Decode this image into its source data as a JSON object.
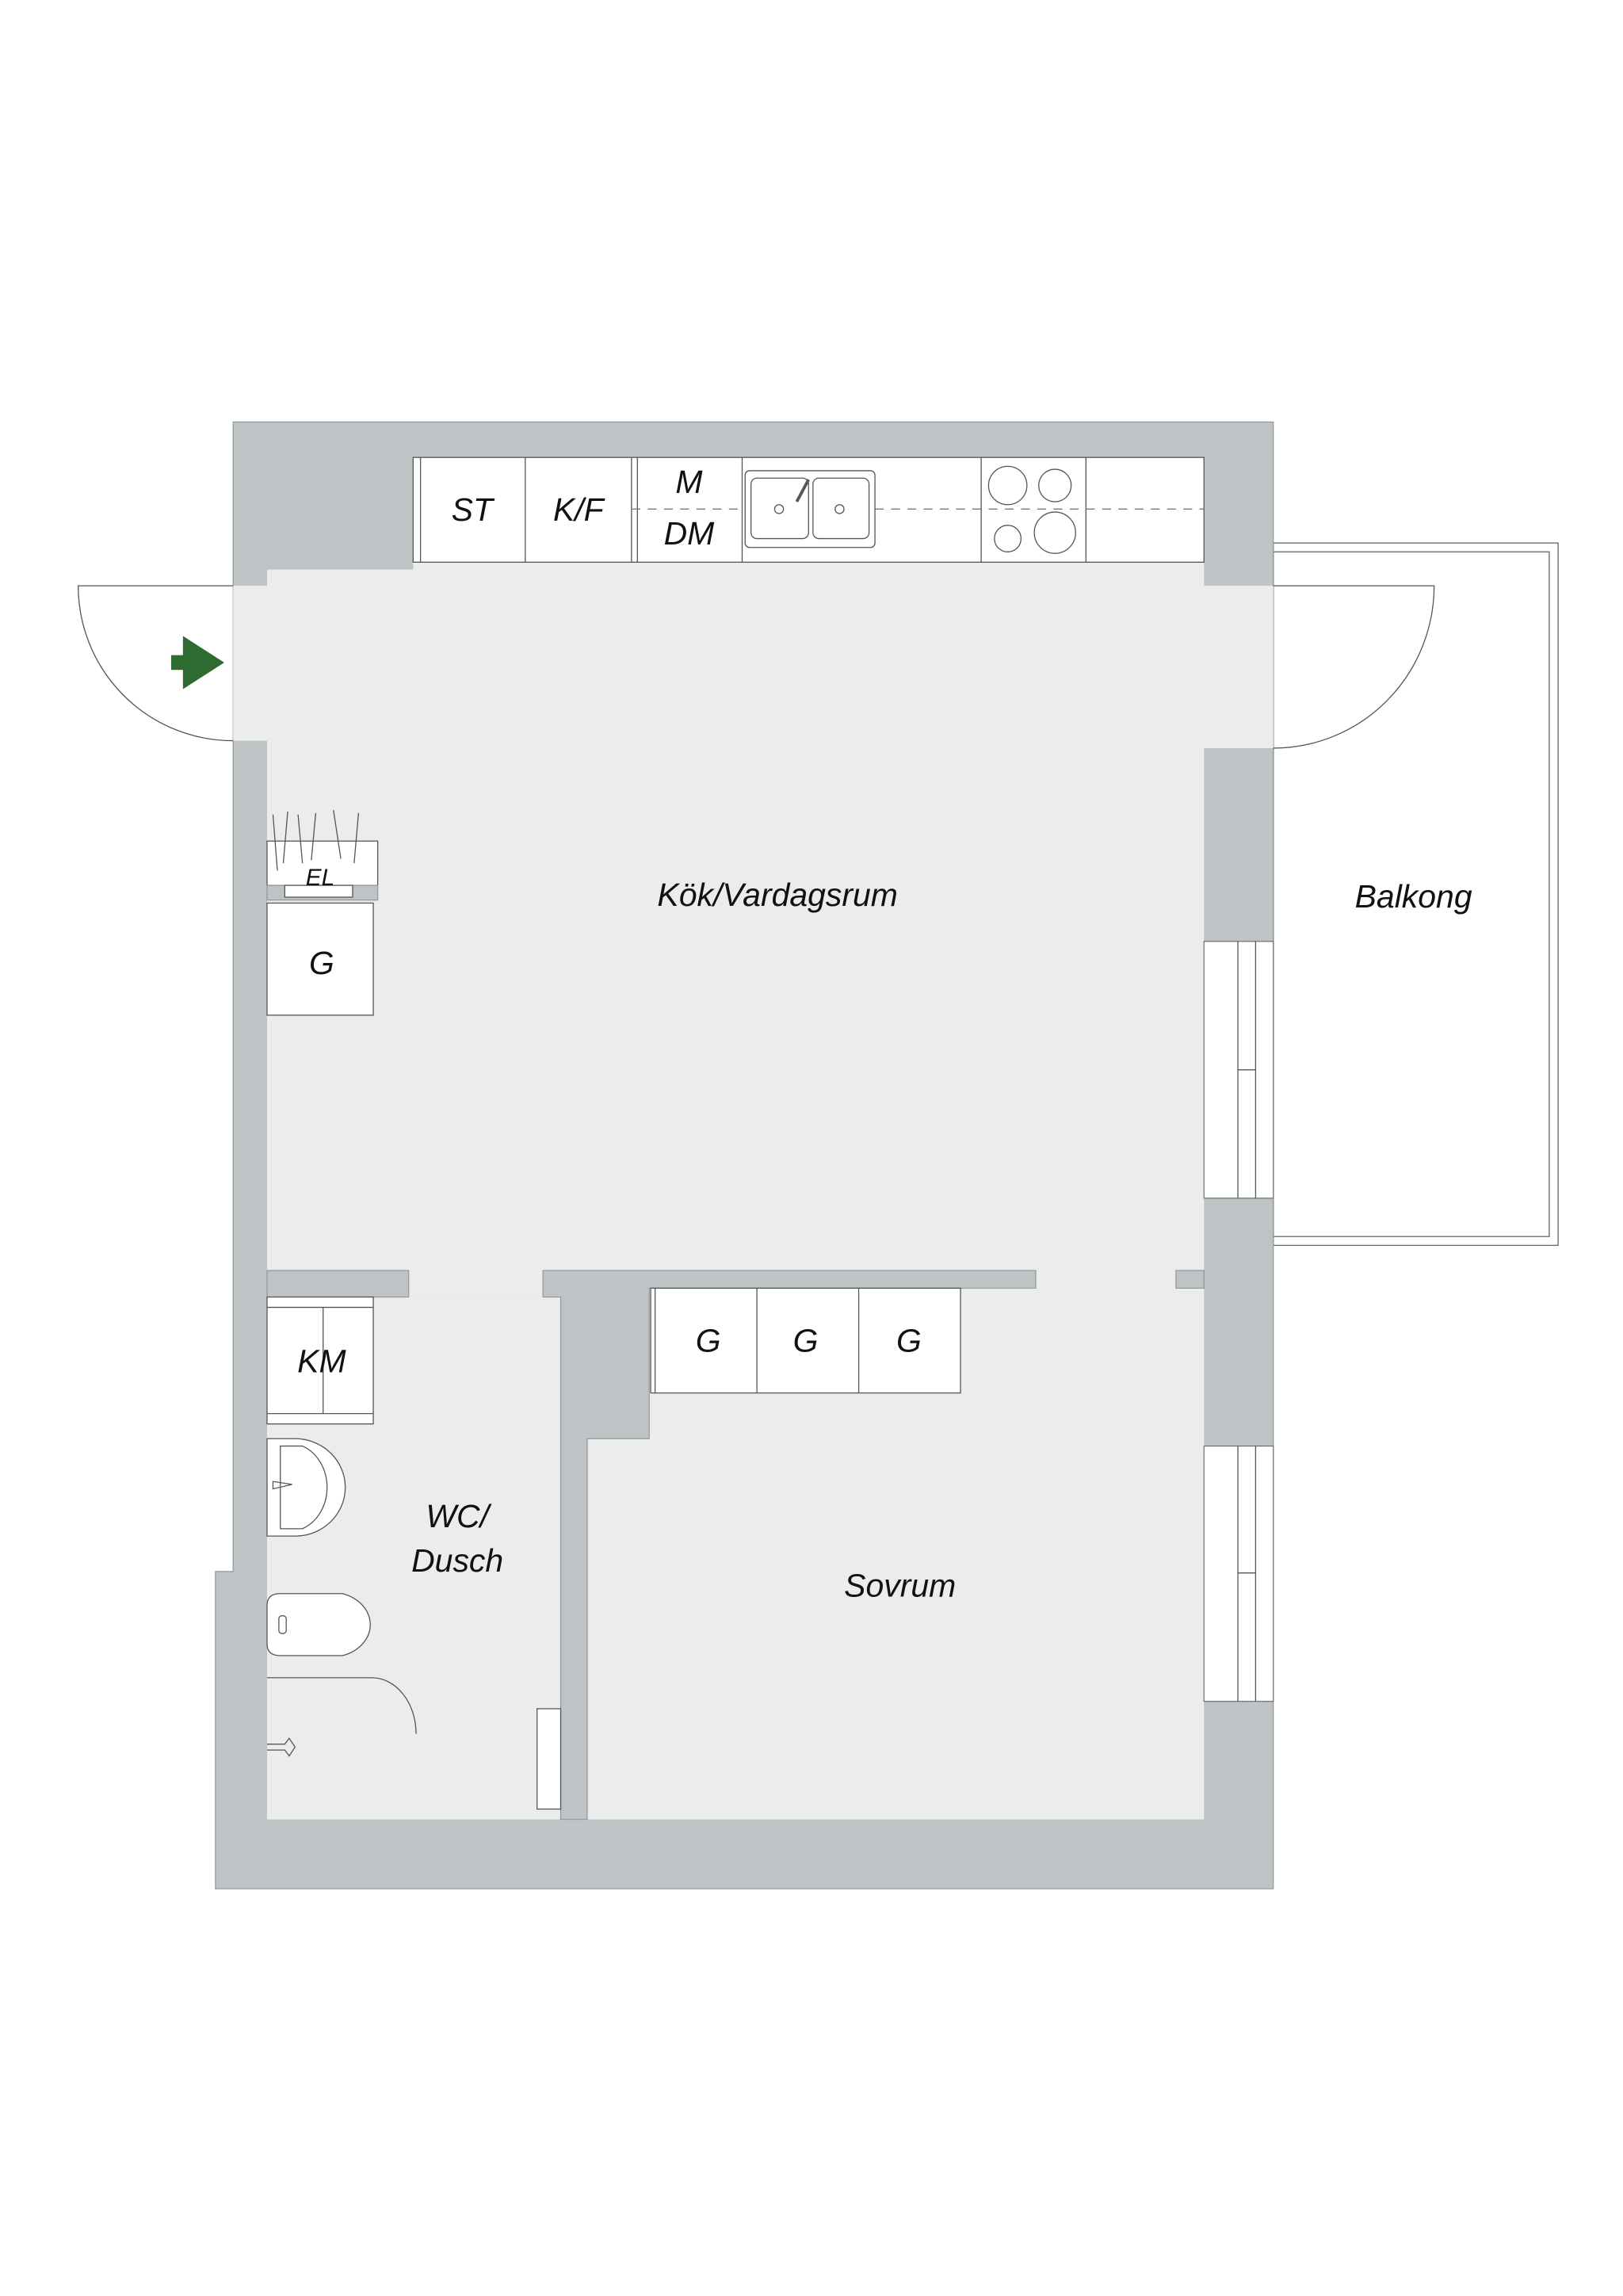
{
  "rooms": {
    "living": "Kök/Vardagsrum",
    "balcony": "Balkong",
    "bath_line1": "WC/",
    "bath_line2": "Dusch",
    "bedroom": "Sovrum"
  },
  "fixtures": {
    "stove_tower": "ST",
    "fridge_freezer": "K/F",
    "microwave": "M",
    "dishwasher": "DM",
    "electric_panel": "EL",
    "closet_hall": "G",
    "washing_machine": "KM",
    "wardrobes": [
      "G",
      "G",
      "G"
    ]
  },
  "colors": {
    "wall": "#bec3c5",
    "floor": "#ececec",
    "entrance_arrow": "#2e6b30"
  }
}
